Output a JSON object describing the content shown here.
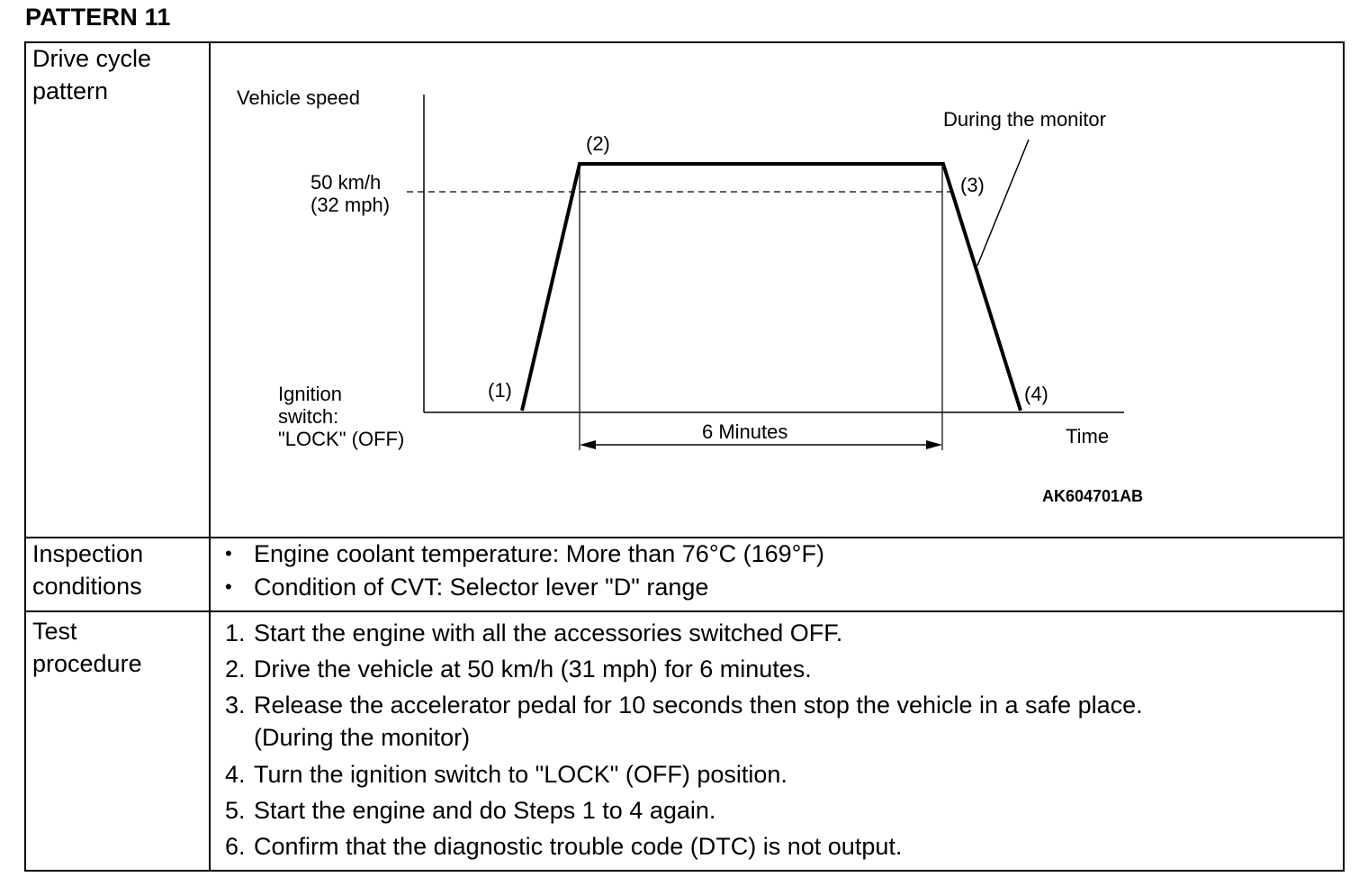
{
  "heading": "PATTERN 11",
  "rows": {
    "drive_cycle": {
      "label_line1": "Drive cycle",
      "label_line2": "pattern"
    },
    "inspection": {
      "label_line1": "Inspection",
      "label_line2": "conditions",
      "items": [
        "Engine coolant temperature: More than 76°C (169°F)",
        "Condition of CVT: Selector lever \"D\" range"
      ]
    },
    "test": {
      "label_line1": "Test",
      "label_line2": "procedure",
      "steps": [
        {
          "num": "1.",
          "text": "Start the engine with all the accessories switched OFF."
        },
        {
          "num": "2.",
          "text": "Drive the vehicle at 50 km/h (31 mph) for 6 minutes."
        },
        {
          "num": "3.",
          "text": "Release the accelerator pedal for 10 seconds then stop the vehicle in a safe place.",
          "cont": "(During the monitor)"
        },
        {
          "num": "4.",
          "text": "Turn the ignition switch to \"LOCK\" (OFF) position."
        },
        {
          "num": "5.",
          "text": "Start the engine and do Steps 1 to 4 again."
        },
        {
          "num": "6.",
          "text": "Confirm that the diagnostic trouble code (DTC) is not output."
        }
      ]
    }
  },
  "diagram": {
    "y_axis_label": "Vehicle speed",
    "x_axis_label": "Time",
    "speed_line1": "50 km/h",
    "speed_line2": "(32 mph)",
    "ignition_line1": "Ignition",
    "ignition_line2": "switch:",
    "ignition_line3": "\"LOCK\" (OFF)",
    "point_labels": [
      "(1)",
      "(2)",
      "(3)",
      "(4)"
    ],
    "duration_label": "6 Minutes",
    "monitor_label": "During the monitor",
    "figure_code": "AK604701AB"
  }
}
